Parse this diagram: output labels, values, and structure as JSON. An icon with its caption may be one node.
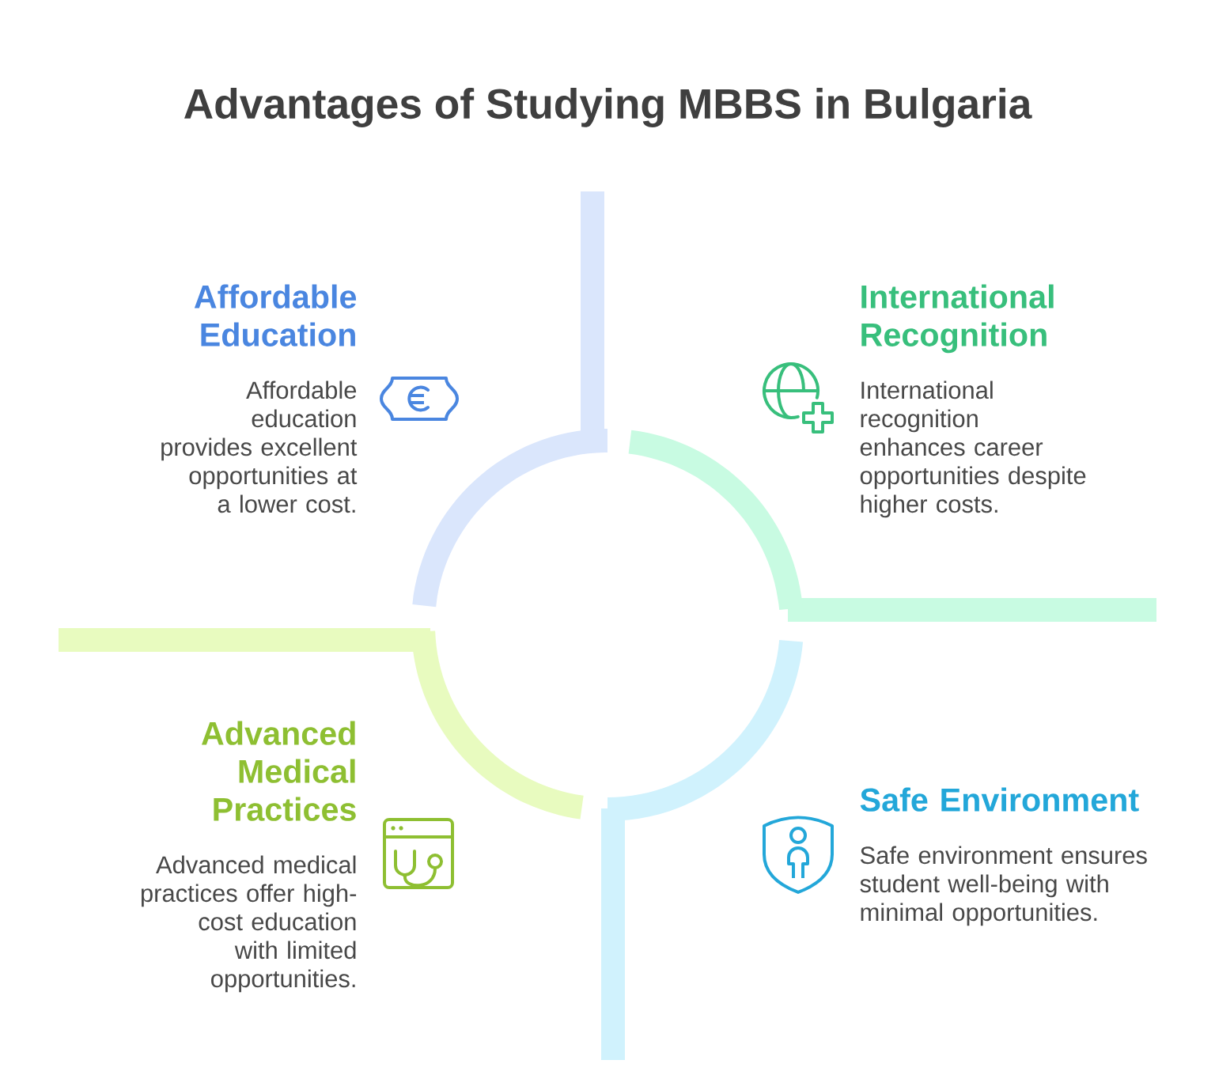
{
  "diagram": {
    "title": "Advantages of Studying MBBS in Bulgaria",
    "nodes": [
      {
        "text": [
          "Affordable Education",
          "Affordable education provides excellent opportunities at a lower cost."
        ]
      },
      {
        "text": [
          "International Recognition",
          "International recognition enhances career opportunities despite higher costs."
        ]
      },
      {
        "text": [
          "Advanced Medical Practices",
          "Advanced medical practices offer high-cost education with limited opportunities."
        ]
      },
      {
        "text": [
          "Safe Environment",
          "Safe environment ensures student well-being with minimal opportunities."
        ]
      }
    ]
  }
}
